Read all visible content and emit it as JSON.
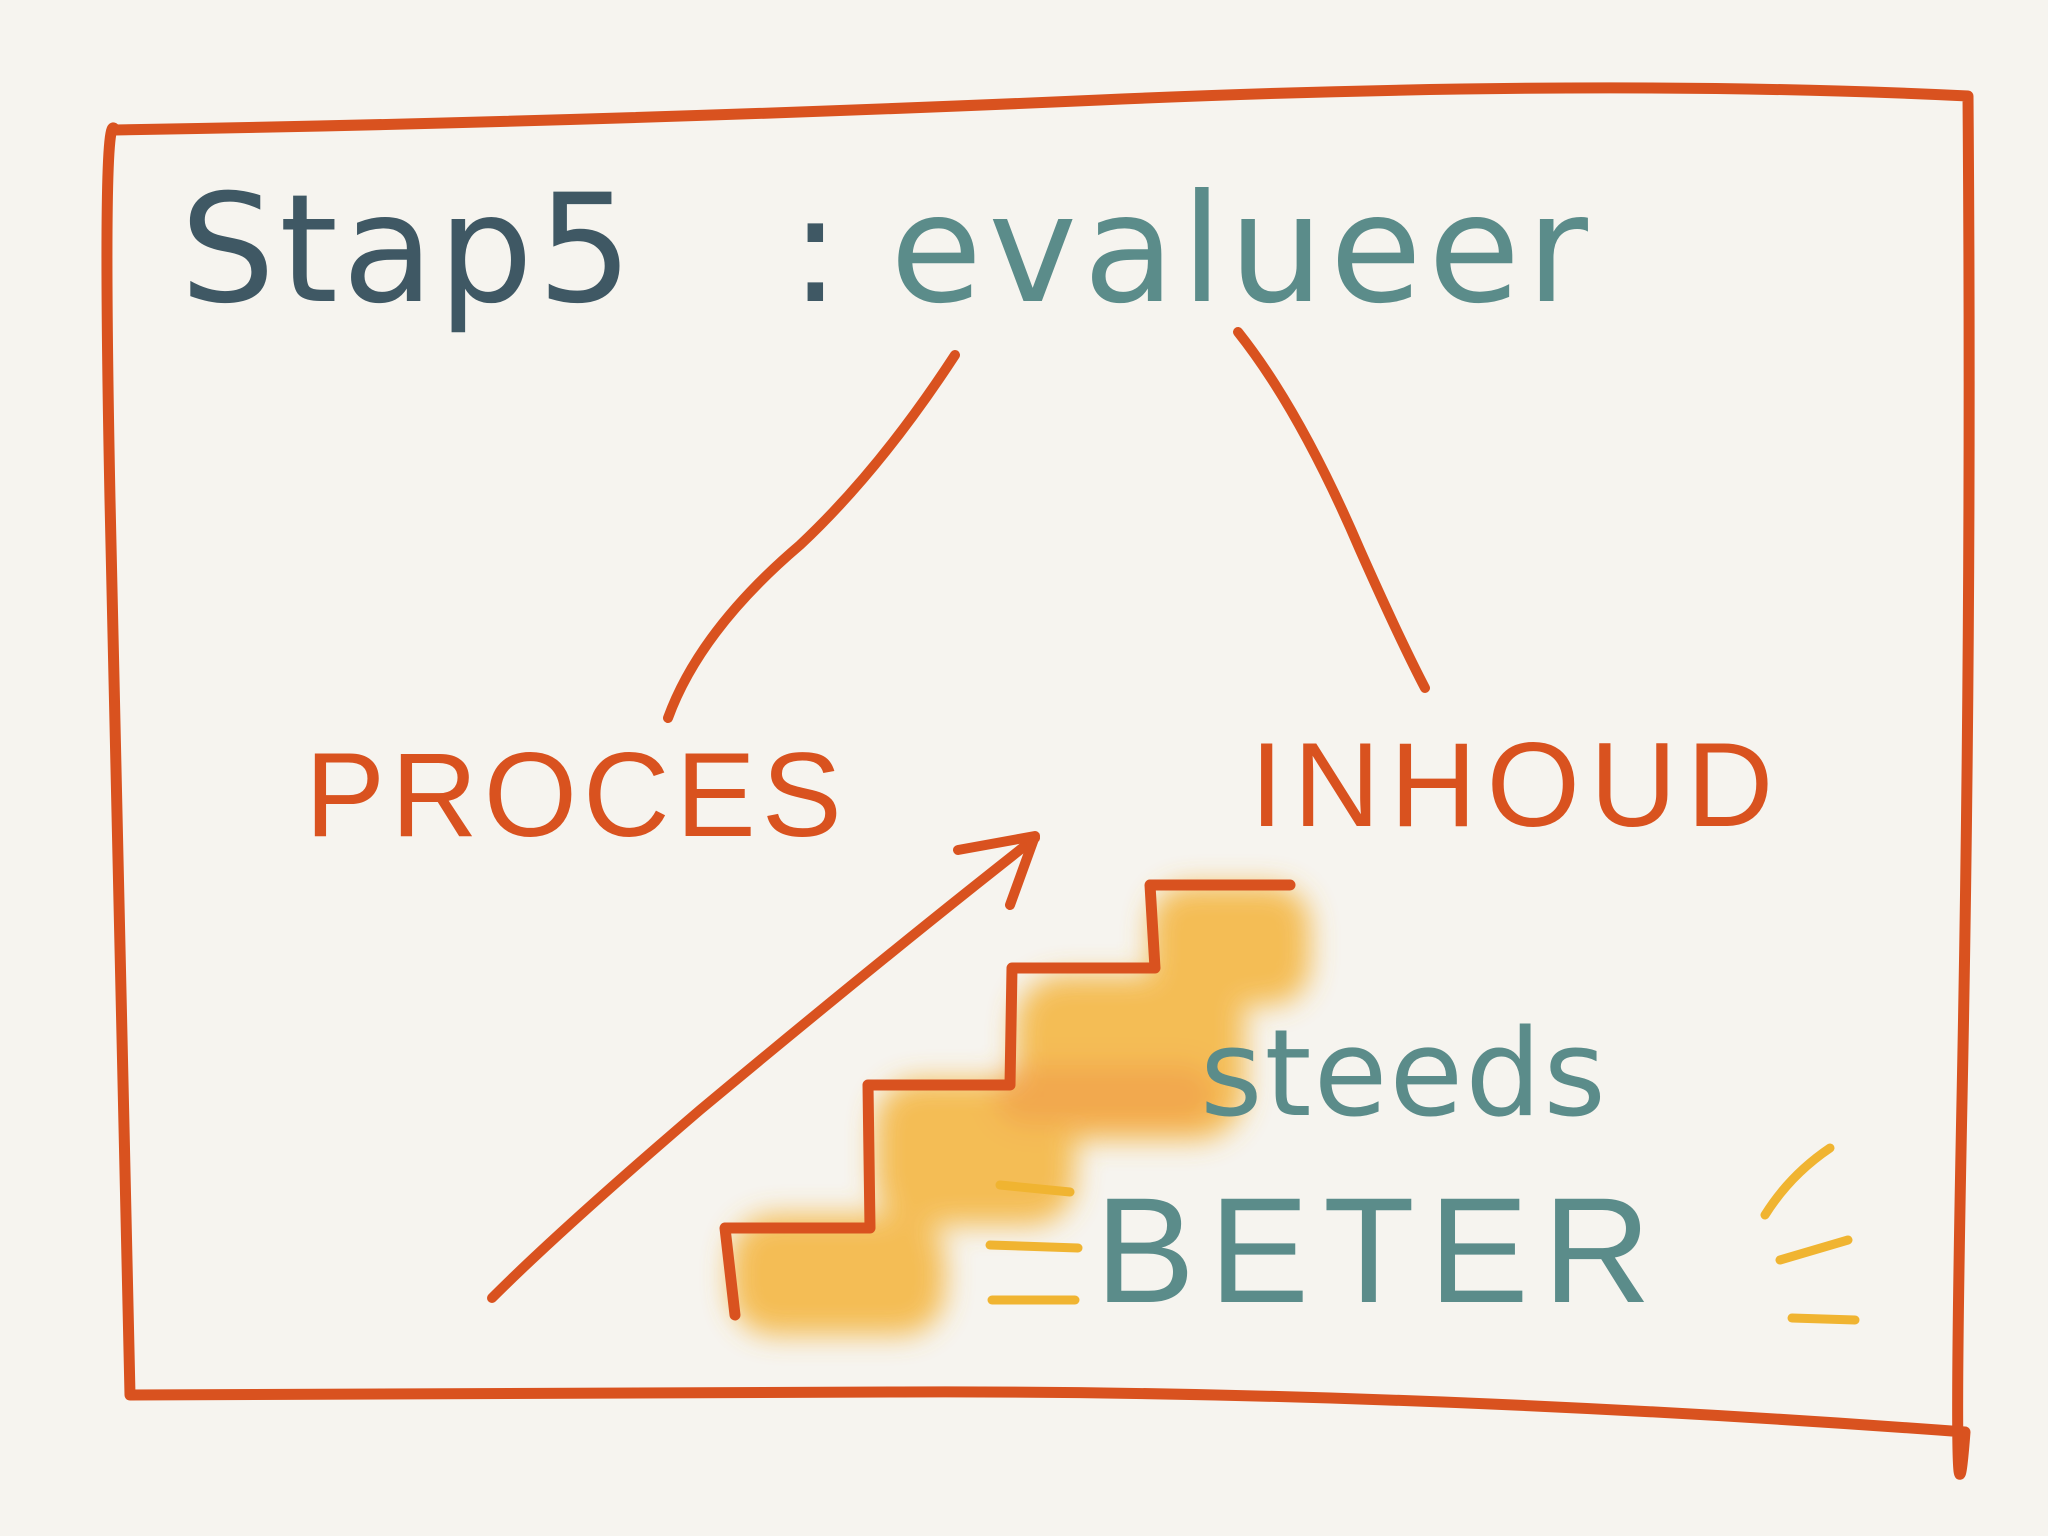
{
  "title": {
    "step": "Stap5",
    "separator": ":",
    "action": "evalueer"
  },
  "branches": {
    "left": "PROCES",
    "right": "INHOUD"
  },
  "improvement": {
    "line1": "steeds",
    "line2": "BETER"
  },
  "colors": {
    "frame": "#d9521f",
    "title_dark": "#3f5864",
    "title_teal": "#5b8c8a",
    "branch_text": "#d9521f",
    "highlight": "#f4b43a"
  },
  "icons": {
    "arrow": "arrow-up-right-icon",
    "stairs": "stairs-icon"
  }
}
